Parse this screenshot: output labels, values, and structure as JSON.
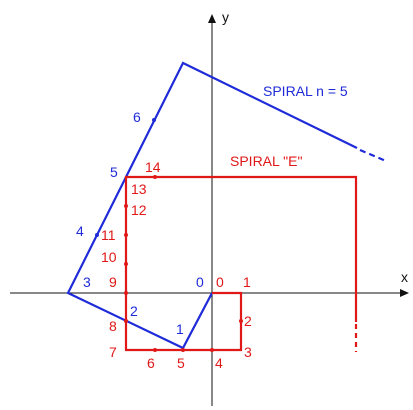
{
  "axes": {
    "y_label": "y",
    "x_label": "x"
  },
  "colors": {
    "blue": "#1f2bd8",
    "red": "#e01818",
    "axis": "#111111"
  },
  "blue_spiral": {
    "label": "SPIRAL n = 5",
    "point_labels": [
      "0",
      "1",
      "2",
      "3",
      "4",
      "5",
      "6"
    ]
  },
  "red_spiral": {
    "label": "SPIRAL \"E\"",
    "point_labels": [
      "0",
      "1",
      "2",
      "3",
      "4",
      "5",
      "6",
      "7",
      "8",
      "9",
      "10",
      "11",
      "12",
      "13",
      "14"
    ]
  }
}
